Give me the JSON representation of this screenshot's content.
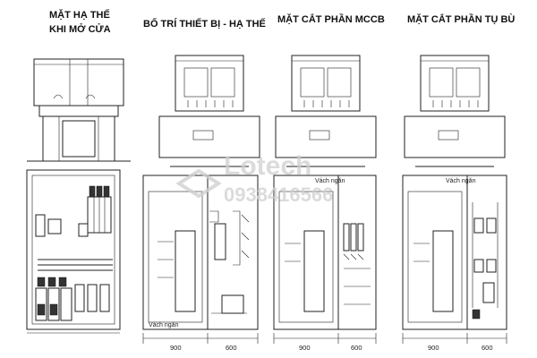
{
  "titles": {
    "view1_line1": "MẶT HẠ THẾ",
    "view1_line2": "KHI MỞ CỬA",
    "view2": "BỐ TRÍ THIẾT BỊ - HẠ THẾ",
    "view3": "MẶT  CẮT PHẦN MCCB",
    "view4": "MẶT  CẮT PHẦN TỤ BÙ"
  },
  "labels": {
    "vach_ngan": "Vách ngăn"
  },
  "dimensions": {
    "d900": "900",
    "d600": "600"
  },
  "watermark": {
    "brand": "Lotech",
    "phone": "0938416566"
  }
}
